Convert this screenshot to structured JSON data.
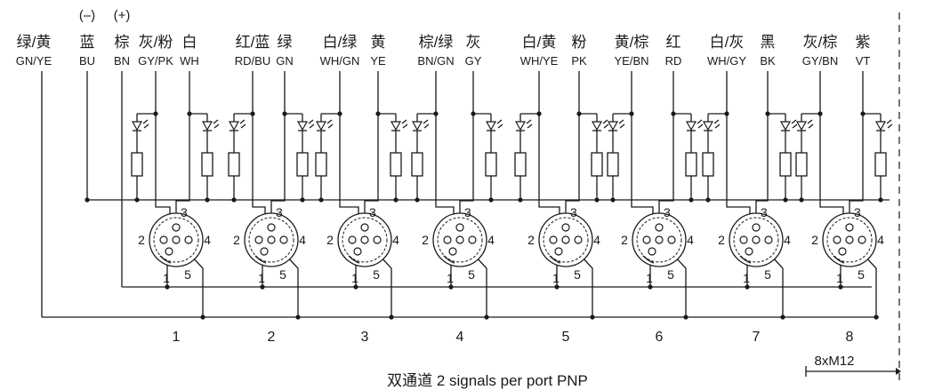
{
  "polarity": {
    "negative": "(–)",
    "positive": "(+)"
  },
  "wires": [
    {
      "zh": "绿/黄",
      "code": "GN/YE"
    },
    {
      "zh": "蓝",
      "code": "BU"
    },
    {
      "zh": "棕",
      "code": "BN"
    },
    {
      "zh": "灰/粉",
      "code": "GY/PK"
    },
    {
      "zh": "白",
      "code": "WH"
    },
    {
      "zh": "红/蓝",
      "code": "RD/BU"
    },
    {
      "zh": "绿",
      "code": "GN"
    },
    {
      "zh": "白/绿",
      "code": "WH/GN"
    },
    {
      "zh": "黄",
      "code": "YE"
    },
    {
      "zh": "棕/绿",
      "code": "BN/GN"
    },
    {
      "zh": "灰",
      "code": "GY"
    },
    {
      "zh": "白/黄",
      "code": "WH/YE"
    },
    {
      "zh": "粉",
      "code": "PK"
    },
    {
      "zh": "黄/棕",
      "code": "YE/BN"
    },
    {
      "zh": "红",
      "code": "RD"
    },
    {
      "zh": "白/灰",
      "code": "WH/GY"
    },
    {
      "zh": "黑",
      "code": "BK"
    },
    {
      "zh": "灰/棕",
      "code": "GY/BN"
    },
    {
      "zh": "紫",
      "code": "VT"
    }
  ],
  "pins": [
    "1",
    "2",
    "3",
    "4",
    "5"
  ],
  "ports": [
    "1",
    "2",
    "3",
    "4",
    "5",
    "6",
    "7",
    "8"
  ],
  "bus_label": "8xM12",
  "caption": "双通道 2 signals per port PNP"
}
